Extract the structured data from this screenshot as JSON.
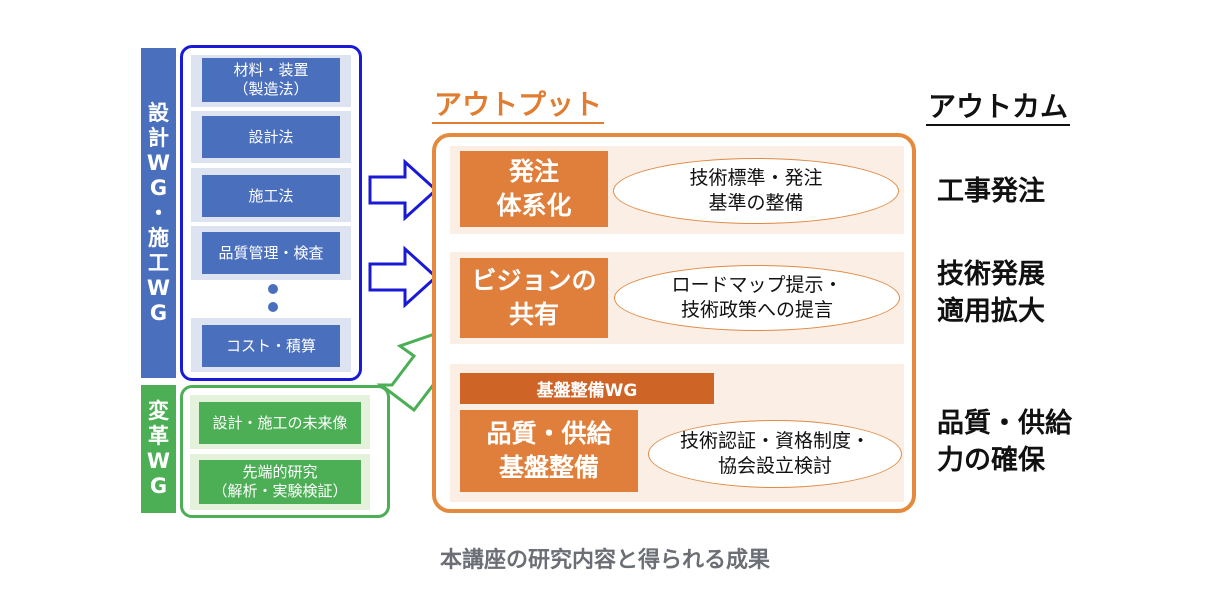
{
  "left": {
    "design_construction_wg_label": [
      "設",
      "計",
      "W",
      "G",
      "・",
      "施",
      "工",
      "W",
      "G"
    ],
    "items": [
      {
        "lines": [
          "材料・装置",
          "（製造法）"
        ]
      },
      {
        "lines": [
          "設計法"
        ]
      },
      {
        "lines": [
          "施工法"
        ]
      },
      {
        "lines": [
          "品質管理・検査"
        ]
      },
      {
        "lines": [
          "コスト・積算"
        ]
      }
    ],
    "ellipsis_icon": "vertical-dots",
    "transformation_wg_label": [
      "変",
      "革",
      "W",
      "G"
    ],
    "green_items": [
      {
        "lines": [
          "設計・施工の未来像"
        ]
      },
      {
        "lines": [
          "先端的研究",
          "（解析・実験検証）"
        ]
      }
    ]
  },
  "headings": {
    "output": "アウトプット",
    "outcome": "アウトカム"
  },
  "output_rows": [
    {
      "title": [
        "発注",
        "体系化"
      ],
      "detail": [
        "技術標準・発注",
        "基準の整備"
      ]
    },
    {
      "title": [
        "ビジョンの",
        "共有"
      ],
      "detail": [
        "ロードマップ提示・",
        "技術政策への提言"
      ]
    },
    {
      "wg_label": "基盤整備WG",
      "title": [
        "品質・供給",
        "基盤整備"
      ],
      "detail": [
        "技術認証・資格制度・",
        "協会設立検討"
      ]
    }
  ],
  "outcomes": [
    {
      "lines": [
        "工事発注"
      ]
    },
    {
      "lines": [
        "技術発展",
        "適用拡大"
      ]
    },
    {
      "lines": [
        "品質・供給",
        "力の確保"
      ]
    }
  ],
  "arrows": {
    "blue_color": "#1a1ad6",
    "green_color": "#4caf55"
  },
  "colors": {
    "blue_fill": "#4a6fbd",
    "green_fill": "#4caf55",
    "orange_fill": "#df7f3b",
    "orange_border": "#e58a3c",
    "wg_bar": "#cf6427"
  },
  "caption": "本講座の研究内容と得られる成果"
}
